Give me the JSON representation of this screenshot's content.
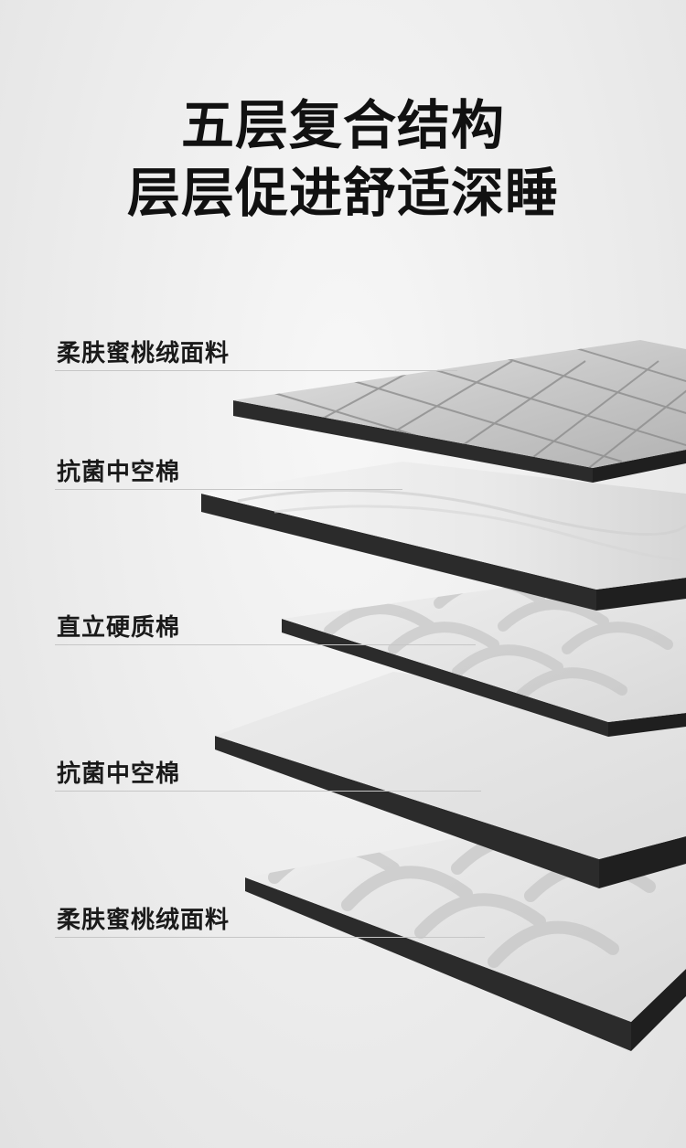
{
  "headline": {
    "line1": "五层复合结构",
    "line2": "层层促进舒适深睡"
  },
  "layers": [
    {
      "label": "柔肤蜜桃绒面料"
    },
    {
      "label": "抗菌中空棉"
    },
    {
      "label": "直立硬质棉"
    },
    {
      "label": "抗菌中空棉"
    },
    {
      "label": "柔肤蜜桃绒面料"
    }
  ],
  "colors": {
    "background": "#ececec",
    "text": "#111111",
    "layer_edge": "#2b2b2b",
    "divider": "#c6c6c6"
  }
}
